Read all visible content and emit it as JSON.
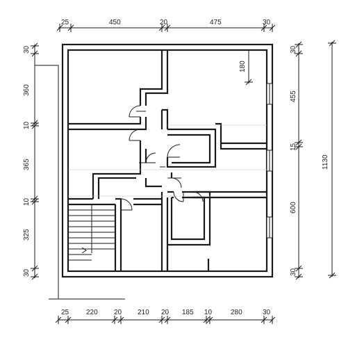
{
  "dimensions": {
    "top": [
      "25",
      "450",
      "20",
      "475",
      "30"
    ],
    "bottom": [
      "25",
      "220",
      "20",
      "210",
      "20",
      "185",
      "10",
      "280",
      "30"
    ],
    "left": [
      "30",
      "360",
      "10",
      "365",
      "10",
      "325",
      "30"
    ],
    "right": [
      "30",
      "455",
      "15",
      "600",
      "30"
    ],
    "overall_right": "1130",
    "inner": "180"
  }
}
